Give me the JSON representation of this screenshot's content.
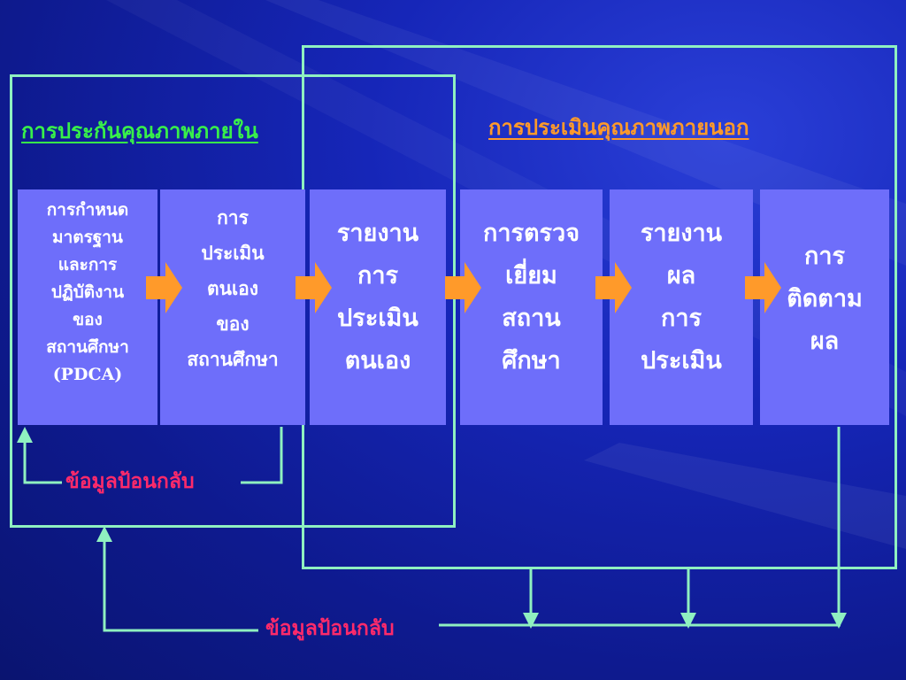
{
  "titles": {
    "internal": "การประกันคุณภาพภายใน",
    "external": "การประเมินคุณภาพภายนอก"
  },
  "boxes": [
    {
      "lines": [
        "การกำหนด",
        "มาตรฐาน",
        "และการ",
        "ปฏิบัติงาน",
        "ของ",
        "สถานศึกษา",
        "(PDCA)"
      ]
    },
    {
      "lines": [
        "การ",
        "ประเมิน",
        "ตนเอง",
        "ของ",
        "สถานศึกษา"
      ]
    },
    {
      "lines": [
        "รายงาน",
        "การ",
        "ประเมิน",
        "ตนเอง"
      ]
    },
    {
      "lines": [
        "การตรวจ",
        "เยี่ยม",
        "สถาน",
        "ศึกษา"
      ]
    },
    {
      "lines": [
        "รายงาน",
        "ผล",
        "การ",
        "ประเมิน"
      ]
    },
    {
      "lines": [
        "การ",
        "ติดตาม",
        "ผล"
      ]
    }
  ],
  "feedback": {
    "internal_label": "ข้อมูลป้อนกลับ",
    "external_label": "ข้อมูลป้อนกลับ"
  },
  "colors": {
    "frame": "#8ff0c0",
    "box": "#6e6efa",
    "arrow": "#ff9a2a",
    "internal_title": "#38f04a",
    "external_title": "#ff9a2a",
    "feedback_text": "#ff2a6a"
  }
}
